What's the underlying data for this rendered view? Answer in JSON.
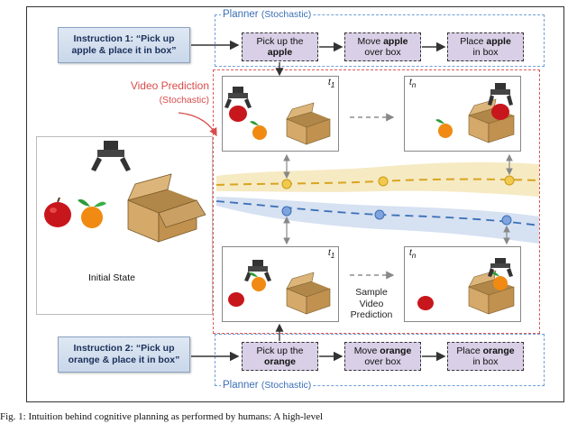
{
  "colors": {
    "planner_blue": "#3b6fb6",
    "video_red": "#d94b4b",
    "instruction_fill": "#c9d7ea",
    "step_fill": "#d9cfe6",
    "yellow_band": "#f4e6b8",
    "yellow_point": "#f2c94c",
    "blue_band": "#cfdcf0",
    "blue_point": "#7fa3dc"
  },
  "planner": {
    "top_label": "Planner",
    "top_label_paren": "(Stochastic)",
    "bottom_label": "Planner",
    "bottom_label_paren": "(Stochastic)"
  },
  "video_prediction": {
    "label": "Video Prediction",
    "paren": "(Stochastic)"
  },
  "instruction1": {
    "line1": "Instruction 1: “Pick up",
    "line2": "apple & place it in box”"
  },
  "instruction2": {
    "line1": "Instruction 2: “Pick up",
    "line2": "orange & place it in box”"
  },
  "steps_top": [
    {
      "pre": "Pick up the",
      "bold": "apple",
      "post": ""
    },
    {
      "pre": "Move ",
      "bold": "apple",
      "post": "over box"
    },
    {
      "pre": "Place ",
      "bold": "apple",
      "post": "in box"
    }
  ],
  "steps_bottom": [
    {
      "pre": "Pick up the",
      "bold": "orange",
      "post": ""
    },
    {
      "pre": "Move ",
      "bold": "orange",
      "post": "over box"
    },
    {
      "pre": "Place ",
      "bold": "orange",
      "post": "in box"
    }
  ],
  "frames": {
    "t1_label": "t",
    "t1_sub": "1",
    "tn_label": "t",
    "tn_sub": "n"
  },
  "sample_label": [
    "Sample",
    "Video",
    "Prediction"
  ],
  "initial_state_label": "Initial State",
  "caption": "Fig. 1:   Intuition behind cognitive planning as performed by humans: A high-level"
}
